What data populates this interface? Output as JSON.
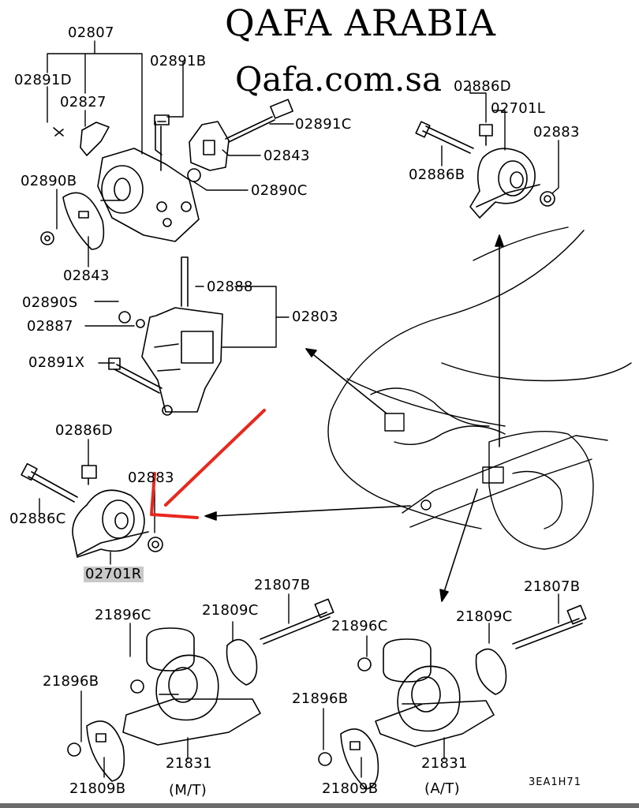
{
  "header": {
    "title": "QAFA ARABIA",
    "url": "Qafa.com.sa"
  },
  "labels": {
    "02807": "02807",
    "02891B": "02891B",
    "02891D": "02891D",
    "02827": "02827",
    "02891C": "02891C",
    "02843_top": "02843",
    "02890B": "02890B",
    "02890C": "02890C",
    "02843_bottom": "02843",
    "02886D_top": "02886D",
    "02701L": "02701L",
    "02883_top": "02883",
    "02886B": "02886B",
    "02888": "02888",
    "02890S": "02890S",
    "02803": "02803",
    "02887": "02887",
    "02891X": "02891X",
    "02886D_left": "02886D",
    "02883_left": "02883",
    "02886C": "02886C",
    "02701R": "02701R",
    "21807B_left": "21807B",
    "21896C_left": "21896C",
    "21809C_left": "21809C",
    "21896B_left": "21896B",
    "21831_left": "21831",
    "mt": "(M/T)",
    "21809B_left": "21809B",
    "21807B_right": "21807B",
    "21896C_right": "21896C",
    "21809C_right": "21809C",
    "21896B_right": "21896B",
    "21831_right": "21831",
    "at": "(A/T)",
    "21809B_right": "21809B",
    "diagram_code": "3EA1H71"
  },
  "colors": {
    "line": "#000000",
    "highlight_arrow": "#e8281e",
    "label_highlight": "#c8c8c8",
    "background": "#ffffff"
  }
}
